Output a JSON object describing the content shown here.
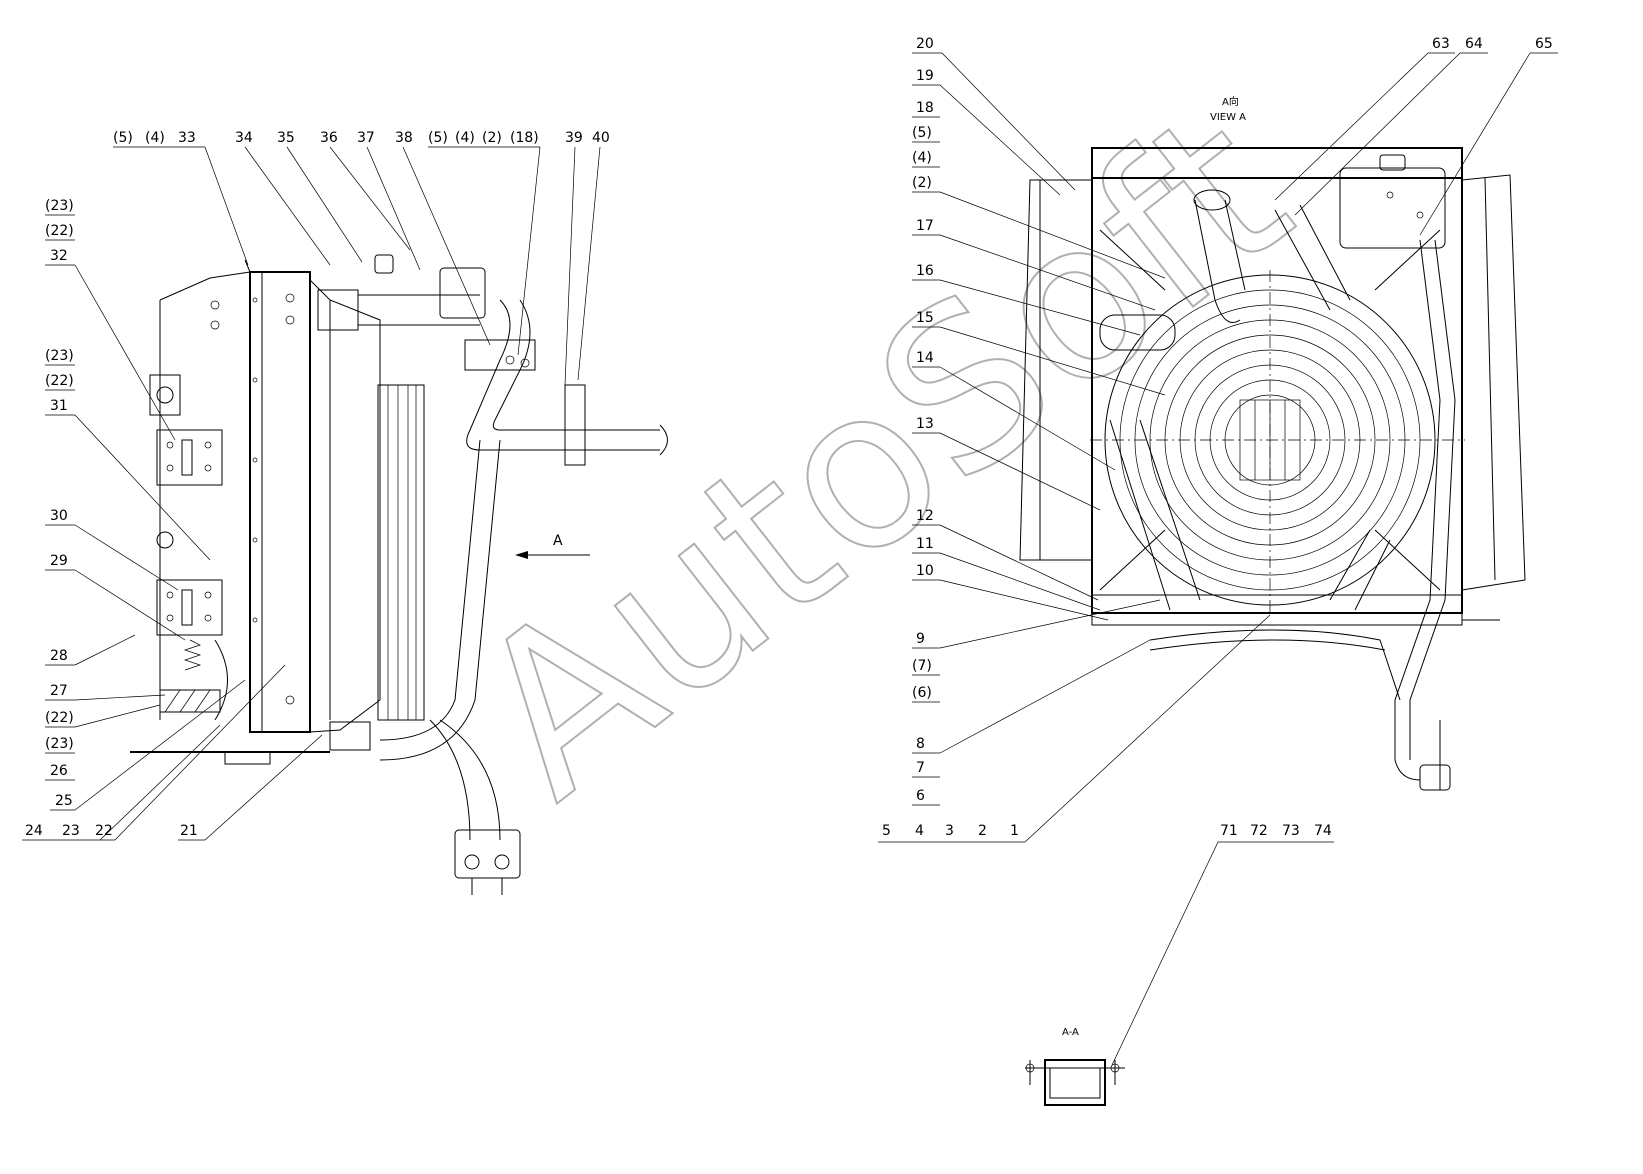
{
  "watermark": "AutoSoft",
  "view_a": {
    "title_cn": "A向",
    "title_en": "VIEW A"
  },
  "section_title": "A-A",
  "arrow_label": "A",
  "left_labels": {
    "top_row": [
      "(5)",
      "(4)",
      "33",
      "34",
      "35",
      "36",
      "37",
      "38",
      "(5)",
      "(4)",
      "(2)",
      "(18)",
      "39",
      "40"
    ],
    "side_stack_upper": [
      "(23)",
      "(22)",
      "32"
    ],
    "side_stack_mid": [
      "(23)",
      "(22)",
      "31"
    ],
    "side_singles": [
      "30",
      "29",
      "28",
      "27"
    ],
    "side_stack_low": [
      "(22)",
      "(23)",
      "26"
    ],
    "bottom_row": [
      "25",
      "24",
      "23",
      "22",
      "21"
    ]
  },
  "right_labels": {
    "top": [
      "20",
      "63",
      "64",
      "65"
    ],
    "side": [
      "19",
      "18",
      "(5)",
      "(4)",
      "(2)",
      "17",
      "16",
      "15",
      "14",
      "13",
      "12",
      "11",
      "10",
      "9",
      "(7)",
      "(6)",
      "8",
      "7",
      "6"
    ],
    "bottom_row": [
      "5",
      "4",
      "3",
      "2",
      "1"
    ],
    "section_row": [
      "71",
      "72",
      "73",
      "74"
    ]
  }
}
